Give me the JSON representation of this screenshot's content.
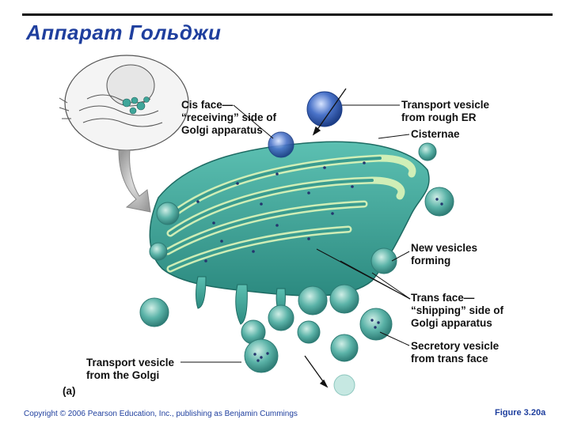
{
  "header": {
    "title": "Аппарат Гольджи"
  },
  "labels": {
    "cis_face": "Cis face—\n“receiving” side of\nGolgi apparatus",
    "transport_vesicle_er": "Transport vesicle\nfrom rough ER",
    "cisternae": "Cisternae",
    "new_vesicles": "New vesicles\nforming",
    "trans_face": "Trans face—\n“shipping” side of\nGolgi apparatus",
    "secretory_vesicle": "Secretory vesicle\nfrom trans face",
    "transport_vesicle_golgi": "Transport vesicle\nfrom the Golgi",
    "panel": "(a)"
  },
  "footer": {
    "copyright": "Copyright © 2006 Pearson Education, Inc., publishing as Benjamin Cummings",
    "figure": "Figure 3.20a"
  },
  "colors": {
    "title": "#1f3f9e",
    "golgi_fill": "#3fa69a",
    "golgi_light": "#bfe7c2",
    "vesicle": "#5bb3a8",
    "er_vesicle": "#4a73c9"
  }
}
